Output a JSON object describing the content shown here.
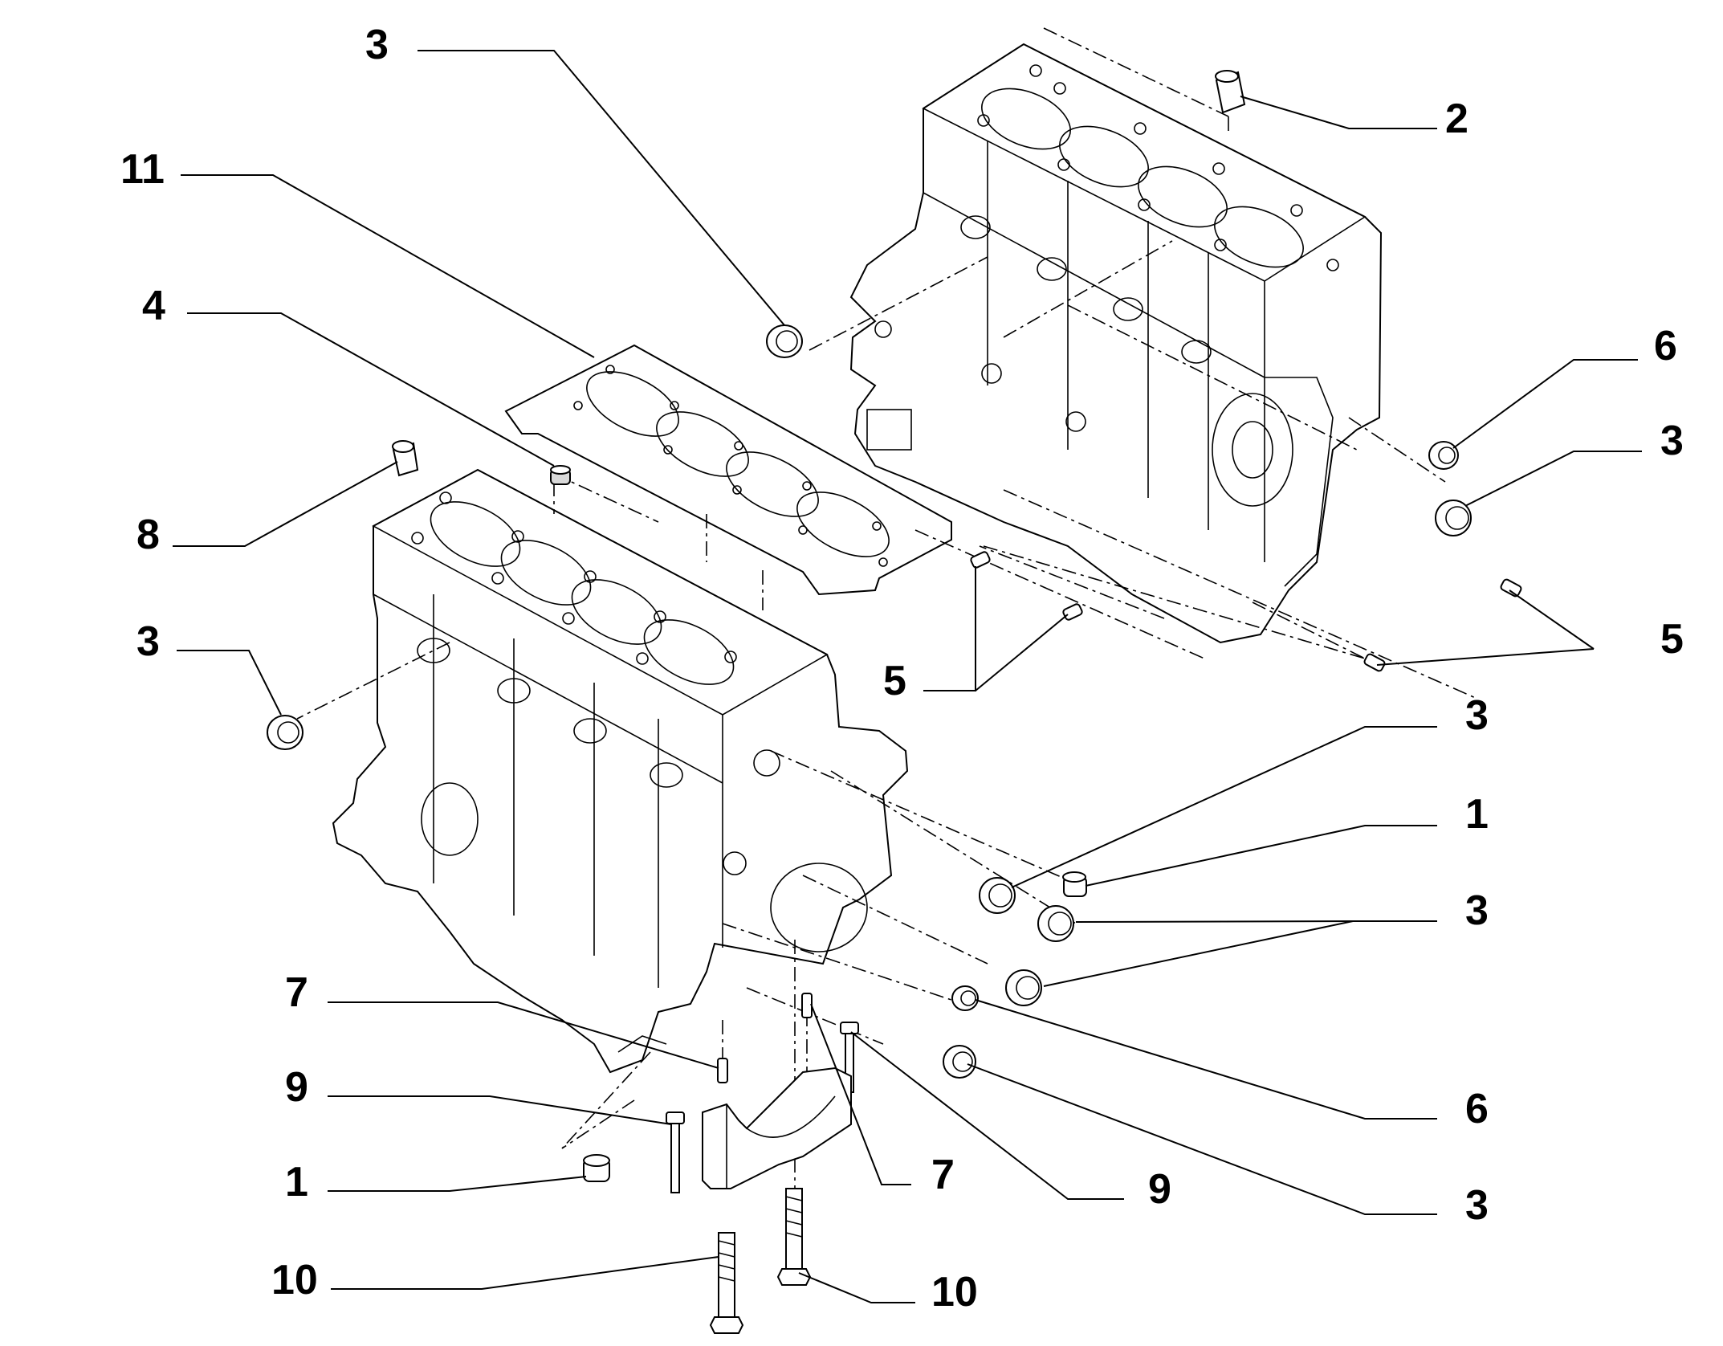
{
  "diagram": {
    "callouts": [
      {
        "id": "c3a",
        "label": "3"
      },
      {
        "id": "c2",
        "label": "2"
      },
      {
        "id": "c11",
        "label": "11"
      },
      {
        "id": "c4",
        "label": "4"
      },
      {
        "id": "c6a",
        "label": "6"
      },
      {
        "id": "c3b",
        "label": "3"
      },
      {
        "id": "c8",
        "label": "8"
      },
      {
        "id": "c3c",
        "label": "3"
      },
      {
        "id": "c5a",
        "label": "5"
      },
      {
        "id": "c5b",
        "label": "5"
      },
      {
        "id": "c3d",
        "label": "3"
      },
      {
        "id": "c1a",
        "label": "1"
      },
      {
        "id": "c3e",
        "label": "3"
      },
      {
        "id": "c7a",
        "label": "7"
      },
      {
        "id": "c6b",
        "label": "6"
      },
      {
        "id": "c9a",
        "label": "9"
      },
      {
        "id": "c7b",
        "label": "7"
      },
      {
        "id": "c9b",
        "label": "9"
      },
      {
        "id": "c3f",
        "label": "3"
      },
      {
        "id": "c1b",
        "label": "1"
      },
      {
        "id": "c10a",
        "label": "10"
      },
      {
        "id": "c10b",
        "label": "10"
      }
    ]
  }
}
